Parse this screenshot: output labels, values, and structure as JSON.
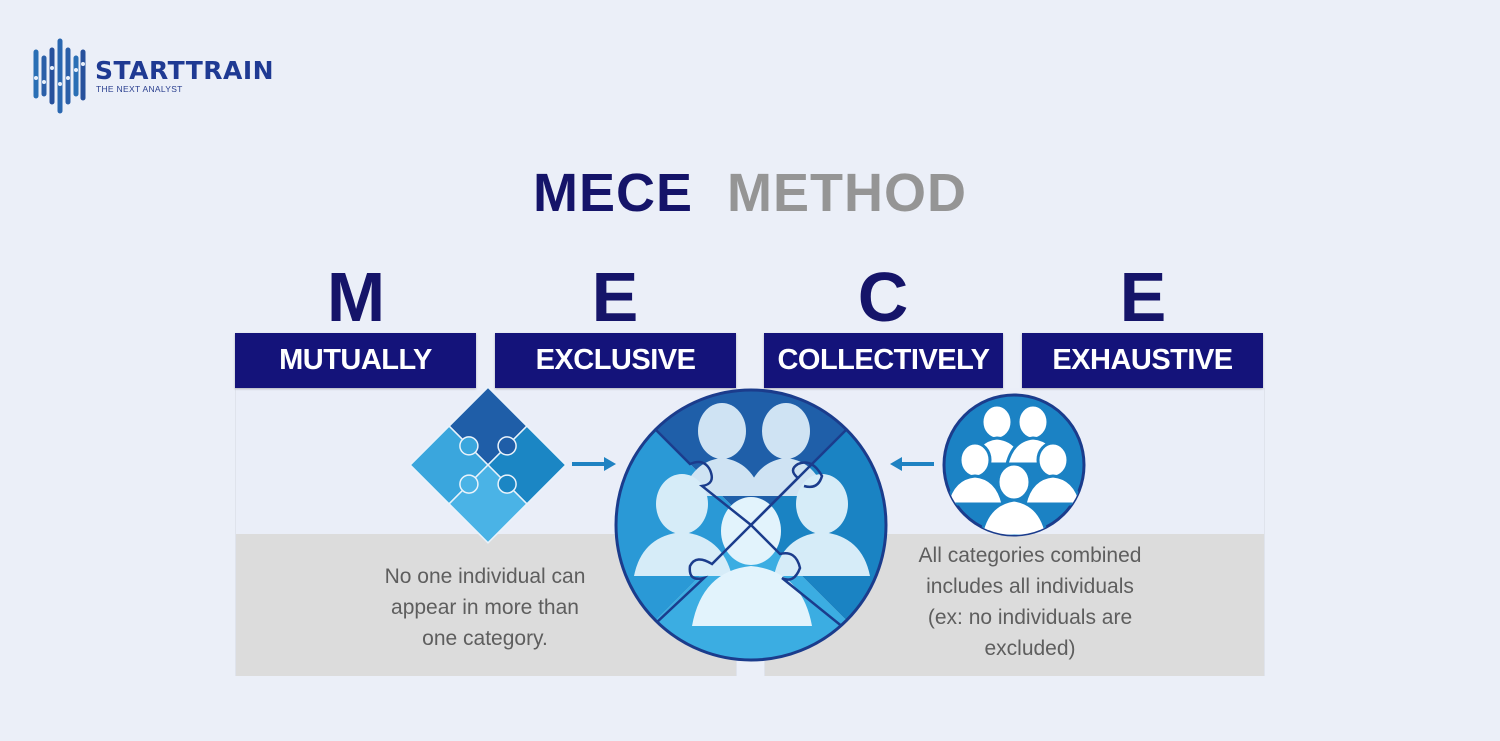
{
  "brand": {
    "name": "STARTTRAIN",
    "tagline": "THE NEXT ANALYST",
    "color": "#1f3a93"
  },
  "title": {
    "part1": "MECE",
    "part2": "METHOD",
    "part1_color": "#151469",
    "part2_color": "#959595"
  },
  "columns": [
    {
      "letter": "M",
      "label": "MUTUALLY"
    },
    {
      "letter": "E",
      "label": "EXCLUSIVE"
    },
    {
      "letter": "C",
      "label": "COLLECTIVELY"
    },
    {
      "letter": "E",
      "label": "EXHAUSTIVE"
    }
  ],
  "descriptions": {
    "left": [
      "No one individual can",
      "appear in more than",
      "one category."
    ],
    "right": [
      "All categories combined",
      "includes all individuals",
      "(ex: no individuals are",
      "excluded)"
    ]
  },
  "icons": {
    "left": "puzzle-diamond-icon",
    "center": "people-puzzle-circle-icon",
    "right": "people-group-circle-icon",
    "arrow_left_side": "arrow-right-icon",
    "arrow_right_side": "arrow-left-icon"
  },
  "colors": {
    "label_bg": "#14137a",
    "gray_box": "#dcdcdc",
    "blue_dark": "#1d5aa6",
    "blue_mid": "#1d86c8",
    "blue_light": "#3fb0e3",
    "background": "#ebeff8"
  }
}
